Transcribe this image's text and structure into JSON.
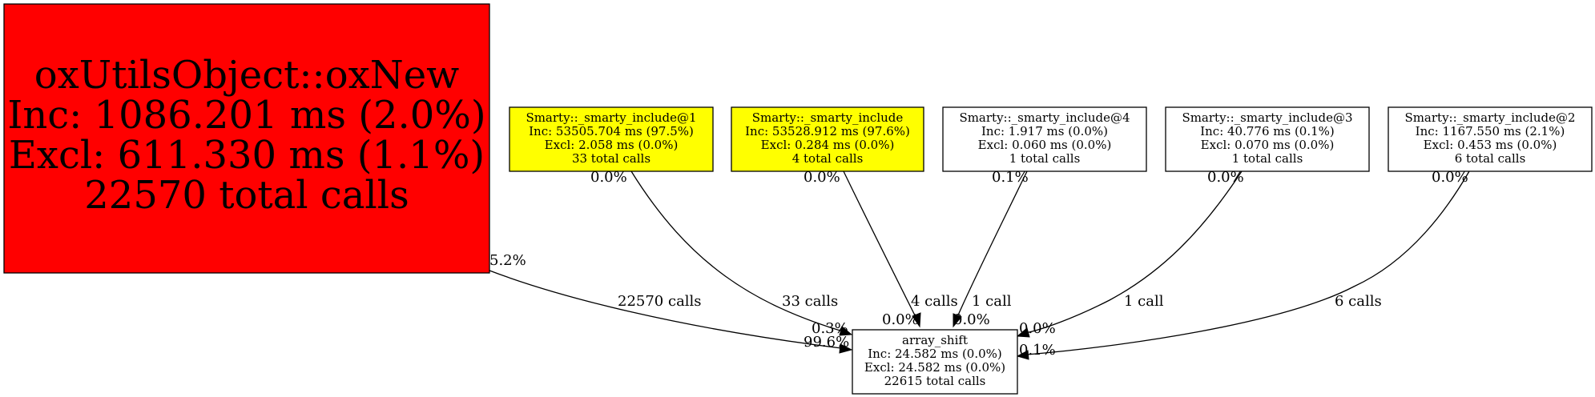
{
  "colors": {
    "hot": "#ff0000",
    "warm": "#ffff00",
    "normal": "#ffffff",
    "stroke": "#000000"
  },
  "nodes": {
    "oxnew": {
      "color": "#ff0000",
      "lines": [
        "oxUtilsObject::oxNew",
        "Inc: 1086.201 ms (2.0%)",
        "Excl: 611.330 ms (1.1%)",
        "22570 total calls"
      ]
    },
    "include1": {
      "color": "#ffff00",
      "lines": [
        "Smarty::_smarty_include@1",
        "Inc: 53505.704 ms (97.5%)",
        "Excl: 2.058 ms (0.0%)",
        "33 total calls"
      ]
    },
    "include": {
      "color": "#ffff00",
      "lines": [
        "Smarty::_smarty_include",
        "Inc: 53528.912 ms (97.6%)",
        "Excl: 0.284 ms (0.0%)",
        "4 total calls"
      ]
    },
    "include4": {
      "color": "#ffffff",
      "lines": [
        "Smarty::_smarty_include@4",
        "Inc: 1.917 ms (0.0%)",
        "Excl: 0.060 ms (0.0%)",
        "1 total calls"
      ]
    },
    "include3": {
      "color": "#ffffff",
      "lines": [
        "Smarty::_smarty_include@3",
        "Inc: 40.776 ms (0.1%)",
        "Excl: 0.070 ms (0.0%)",
        "1 total calls"
      ]
    },
    "include2": {
      "color": "#ffffff",
      "lines": [
        "Smarty::_smarty_include@2",
        "Inc: 1167.550 ms (2.1%)",
        "Excl: 0.453 ms (0.0%)",
        "6 total calls"
      ]
    },
    "array_shift": {
      "color": "#ffffff",
      "lines": [
        "array_shift",
        "Inc: 24.582 ms (0.0%)",
        "Excl: 24.582 ms (0.0%)",
        "22615 total calls"
      ]
    }
  },
  "edges": {
    "oxnew": {
      "tail": "5.2%",
      "calls": "22570 calls",
      "head": "99.6%"
    },
    "include1": {
      "tail": "0.0%",
      "calls": "33 calls",
      "head": "0.3%"
    },
    "include": {
      "tail": "0.0%",
      "calls": "4 calls",
      "head": "0.0%"
    },
    "include4": {
      "tail": "0.1%",
      "calls": "1 call",
      "head": "0.0%"
    },
    "include3": {
      "tail": "0.0%",
      "calls": "1 call",
      "head": "0.0%"
    },
    "include2": {
      "tail": "0.0%",
      "calls": "6 calls",
      "head": "0.1%"
    }
  }
}
